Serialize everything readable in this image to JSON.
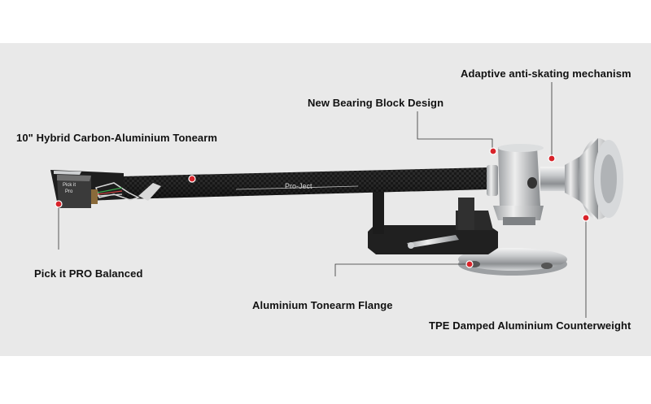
{
  "callouts": {
    "tonearm": "10\" Hybrid Carbon-Aluminium Tonearm",
    "bearing": "New Bearing Block Design",
    "antiskating": "Adaptive anti-skating mechanism",
    "cartridge": "Pick it PRO Balanced",
    "flange": "Aluminium Tonearm Flange",
    "counterweight": "TPE Damped Aluminium Counterweight"
  },
  "product_marks": {
    "arm_brand": "Pro-Ject",
    "cart_text_1": "Pick it",
    "cart_text_2": "Pro"
  },
  "colors": {
    "accent_dot": "#d8232a",
    "background": "#e9e9e9",
    "carbon": "#1c1c1c",
    "aluminium": "#b9bcbf"
  }
}
